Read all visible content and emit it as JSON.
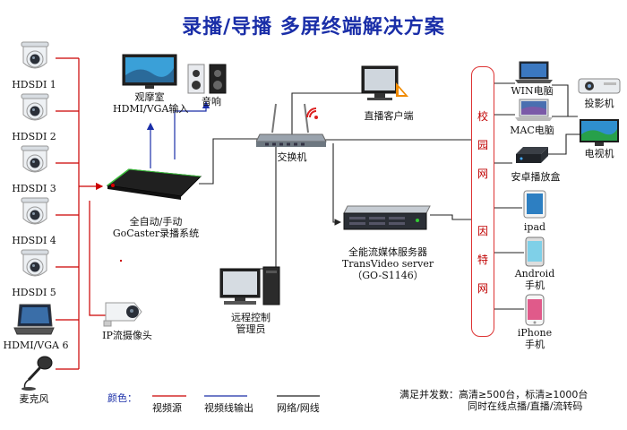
{
  "title": "录播/导播 多屏终端解决方案",
  "sources": [
    {
      "label": "HDSDI 1",
      "icon": "ptz-camera-icon"
    },
    {
      "label": "HDSDI 2",
      "icon": "ptz-camera-icon"
    },
    {
      "label": "HDSDI 3",
      "icon": "ptz-camera-icon"
    },
    {
      "label": "HDSDI 4",
      "icon": "ptz-camera-icon"
    },
    {
      "label": "HDSDI 5",
      "icon": "ptz-camera-icon"
    },
    {
      "label": "HDMI/VGA 6",
      "icon": "laptop-icon"
    },
    {
      "label": "麦克风",
      "icon": "microphone-icon"
    }
  ],
  "ip_camera": {
    "label": "IP流摄像头"
  },
  "recorder": {
    "line1": "全自动/手动",
    "line2": "GoCaster录播系统"
  },
  "viewing_room": {
    "line1": "观摩室",
    "line2": "HDMI/VGA输入"
  },
  "speaker": {
    "label": "音响"
  },
  "switch": {
    "label": "交换机"
  },
  "live_client": {
    "label": "直播客户端"
  },
  "remote": {
    "line1": "远程控制",
    "line2": "管理员"
  },
  "server": {
    "line1": "全能流媒体服务器",
    "line2": "TransVideo server",
    "line3": "（GO-S1146）"
  },
  "campus": {
    "chars1": [
      "校",
      "园",
      "网"
    ],
    "chars2": [
      "因",
      "特",
      "网"
    ]
  },
  "terminals": {
    "win": "WIN电脑",
    "mac": "MAC电脑",
    "android_box": "安卓播放盒",
    "projector": "投影机",
    "tv": "电视机",
    "ipad": "ipad",
    "android_line1": "Android",
    "android_line2": "手机",
    "iphone_line1": "iPhone",
    "iphone_line2": "手机"
  },
  "legend": {
    "key": "颜色：",
    "video_source": "视频源",
    "video_output": "视频线输出",
    "network": "网络/网线"
  },
  "note": {
    "line1": "满足并发数：高清≥500台，标清≥1000台",
    "line2": "同时在线点播/直播/流转码"
  },
  "colors": {
    "video_source": "#cc0000",
    "video_output": "#1a2ea8",
    "network": "#222222",
    "title": "#1a2ea8"
  }
}
